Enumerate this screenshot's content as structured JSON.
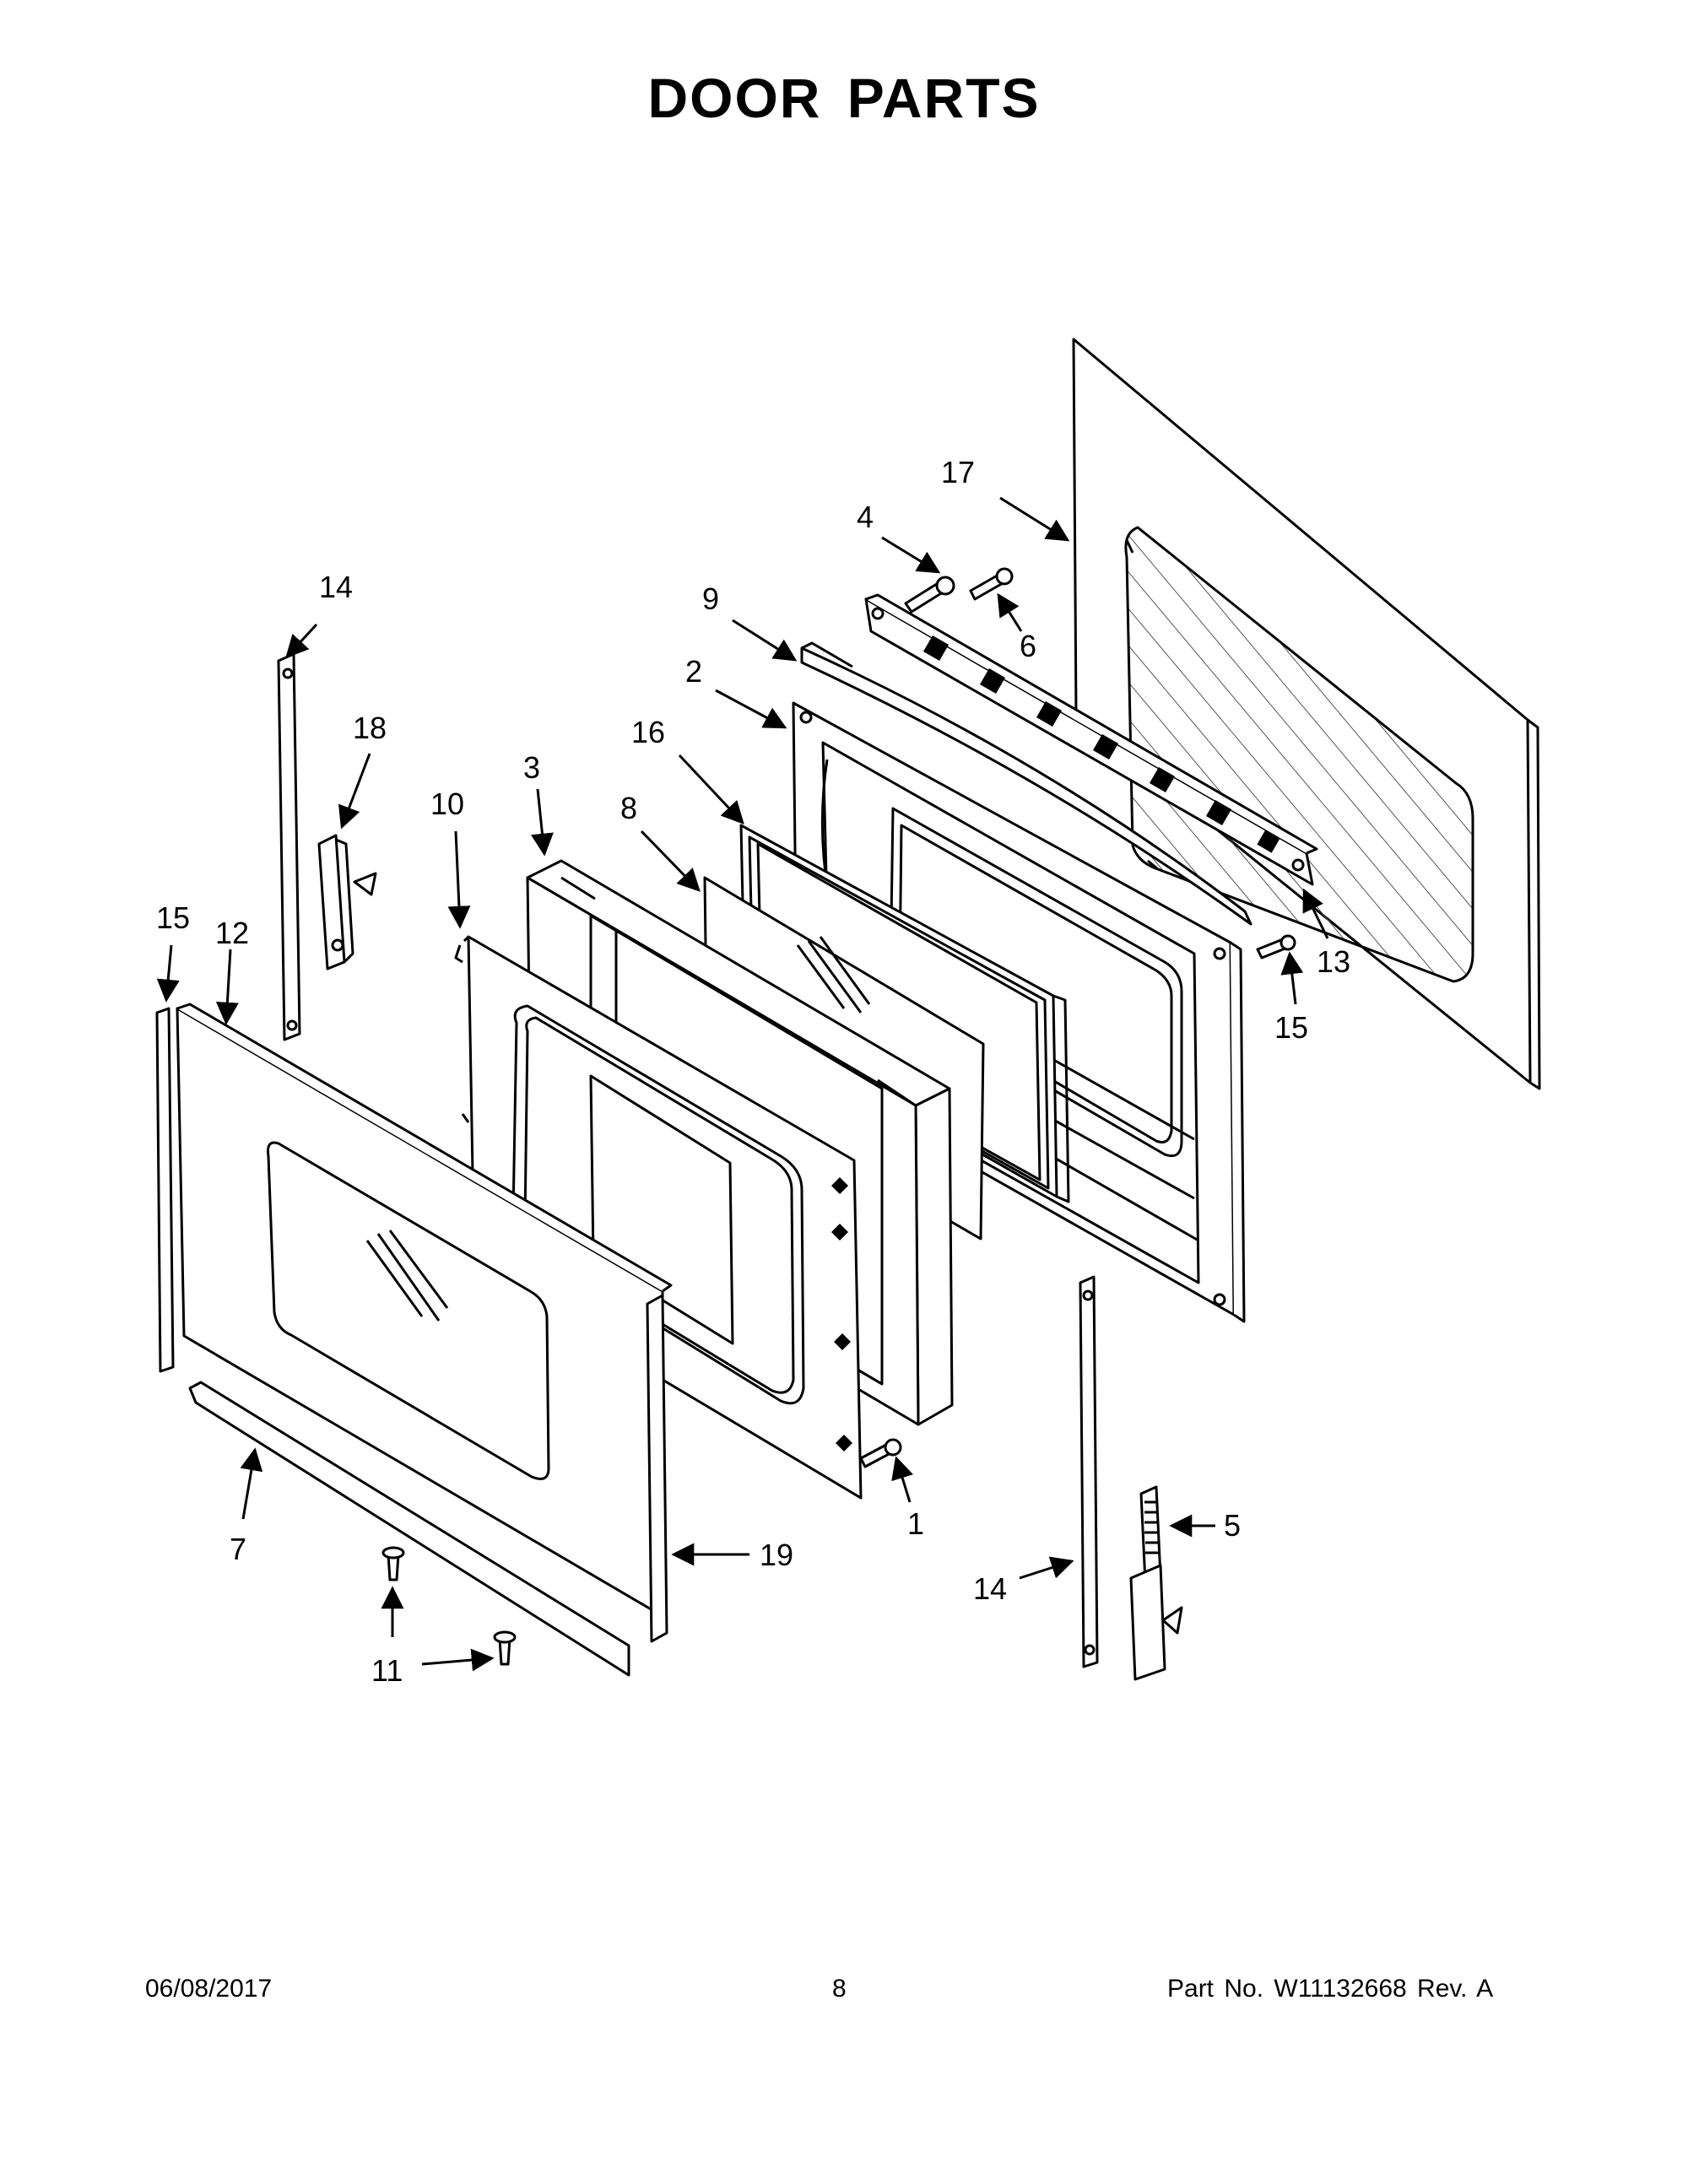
{
  "title": "DOOR PARTS",
  "callouts": {
    "c1": "1",
    "c2": "2",
    "c3": "3",
    "c4": "4",
    "c5": "5",
    "c6": "6",
    "c7": "7",
    "c8": "8",
    "c9": "9",
    "c10": "10",
    "c11": "11",
    "c12": "12",
    "c13": "13",
    "c14a": "14",
    "c14b": "14",
    "c15a": "15",
    "c15b": "15",
    "c16": "16",
    "c17": "17",
    "c18": "18",
    "c19": "19"
  },
  "footer": {
    "date": "06/08/2017",
    "page": "8",
    "part": "Part No.  W11132668  Rev.  A"
  }
}
